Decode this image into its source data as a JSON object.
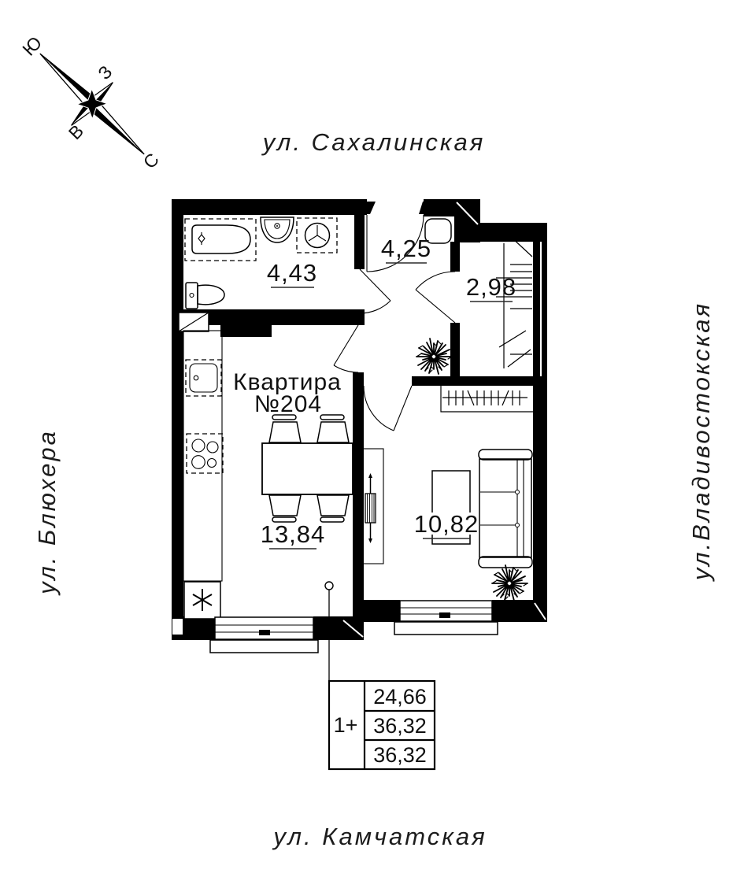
{
  "compass": {
    "south": "Ю",
    "west": "З",
    "east": "В",
    "north": "С"
  },
  "streets": {
    "top": "ул. Сахалинская",
    "bottom": "ул. Камчатская",
    "left": "ул. Блюхера",
    "right": "ул.Владивостокская"
  },
  "apartment": {
    "name_line1": "Квартира",
    "name_line2": "№204"
  },
  "rooms": {
    "bathroom": {
      "area": "4,43"
    },
    "hallway": {
      "area": "4,25"
    },
    "closet": {
      "area": "2,98"
    },
    "kitchen_living": {
      "area": "13,84"
    },
    "bedroom": {
      "area": "10,82"
    }
  },
  "info_table": {
    "apartment_type": "1+",
    "living_area": "24,66",
    "area_no_balcony": "36,32",
    "total_area": "36,32"
  },
  "colors": {
    "ink": "#000000",
    "background": "#ffffff"
  }
}
